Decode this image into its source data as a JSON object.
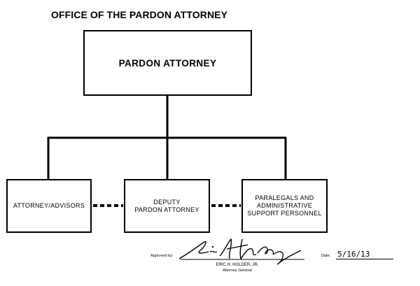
{
  "title": "OFFICE OF THE PARDON ATTORNEY",
  "top_box": {
    "label": "PARDON ATTORNEY"
  },
  "bottom_boxes": [
    {
      "lines": [
        "ATTORNEY/ADVISORS"
      ]
    },
    {
      "lines": [
        "DEPUTY",
        "PARDON ATTORNEY"
      ]
    },
    {
      "lines": [
        "PARALEGALS AND",
        "ADMINISTRATIVE",
        "SUPPORT PERSONNEL"
      ]
    }
  ],
  "approval": {
    "approved_label": "Approved by:",
    "signer_name": "ERIC H. HOLDER, JR.",
    "signer_title": "Attorney General",
    "date_label": "Date:",
    "date_value": "5/16/13"
  },
  "colors": {
    "line": "#000000",
    "background": "#ffffff"
  }
}
